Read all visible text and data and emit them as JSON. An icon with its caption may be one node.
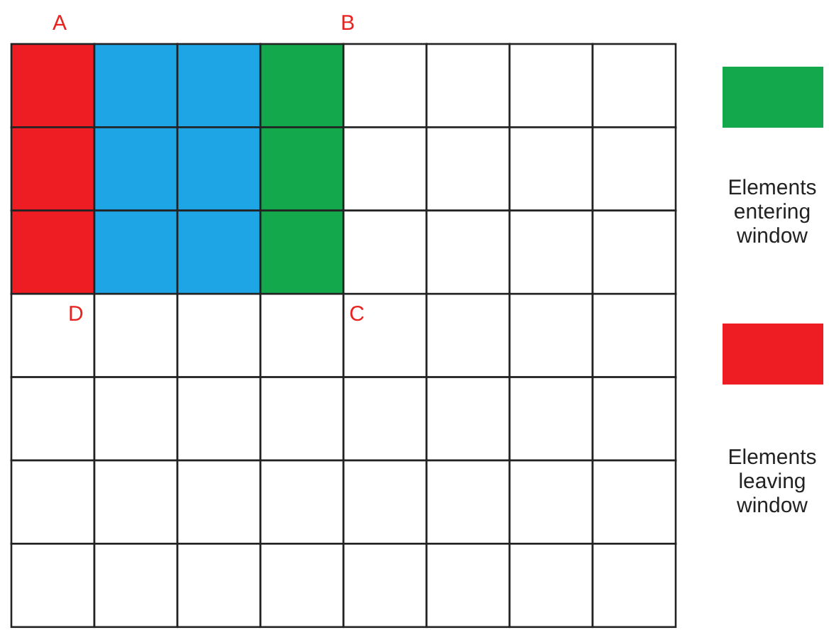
{
  "diagram": {
    "labels": [
      "A",
      "B",
      "D",
      "C"
    ],
    "legend": [
      {
        "text": "Elements entering window",
        "color": "#13a84b"
      },
      {
        "text": "Elements leaving window",
        "color": "#ee1d24"
      }
    ]
  }
}
